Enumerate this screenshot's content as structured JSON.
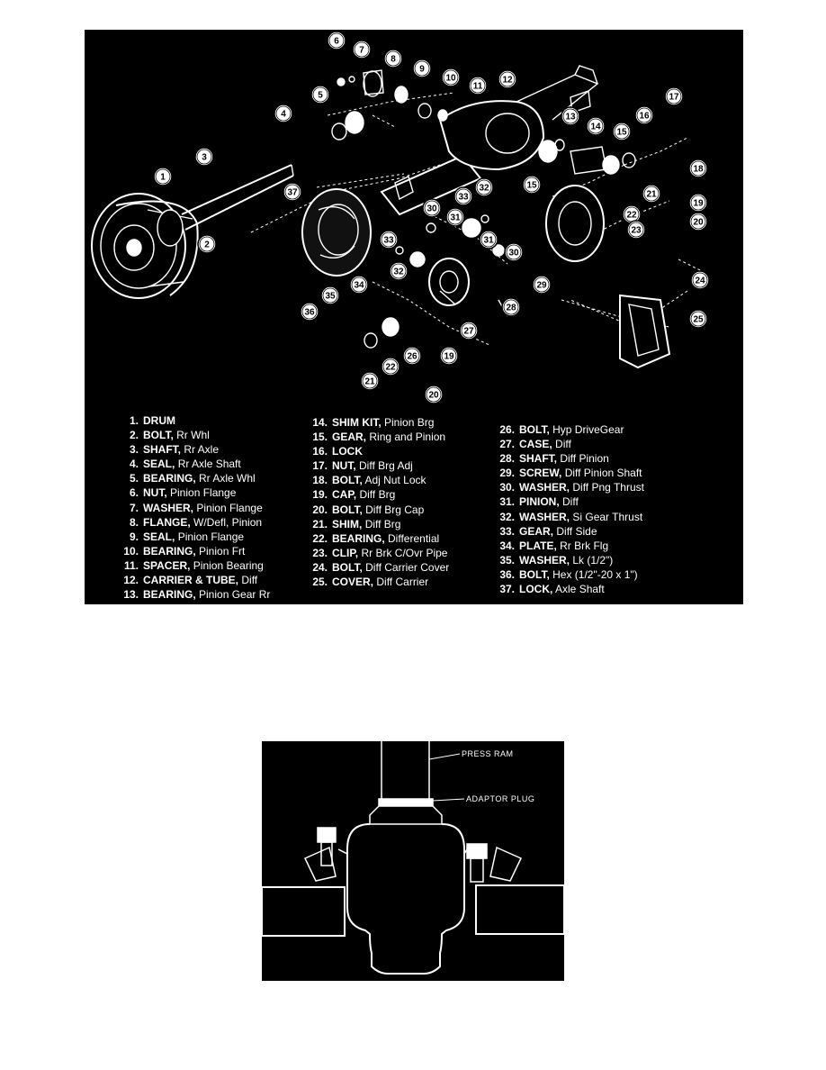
{
  "exploded_view": {
    "callouts": [
      {
        "n": "1"
      },
      {
        "n": "2"
      },
      {
        "n": "3"
      },
      {
        "n": "4"
      },
      {
        "n": "5"
      },
      {
        "n": "6"
      },
      {
        "n": "7"
      },
      {
        "n": "8"
      },
      {
        "n": "9"
      },
      {
        "n": "10"
      },
      {
        "n": "11"
      },
      {
        "n": "12"
      },
      {
        "n": "13"
      },
      {
        "n": "14"
      },
      {
        "n": "15"
      },
      {
        "n": "15"
      },
      {
        "n": "16"
      },
      {
        "n": "17"
      },
      {
        "n": "18"
      },
      {
        "n": "19"
      },
      {
        "n": "19"
      },
      {
        "n": "20"
      },
      {
        "n": "20"
      },
      {
        "n": "21"
      },
      {
        "n": "21"
      },
      {
        "n": "22"
      },
      {
        "n": "22"
      },
      {
        "n": "23"
      },
      {
        "n": "24"
      },
      {
        "n": "25"
      },
      {
        "n": "26"
      },
      {
        "n": "27"
      },
      {
        "n": "28"
      },
      {
        "n": "29"
      },
      {
        "n": "30"
      },
      {
        "n": "30"
      },
      {
        "n": "31"
      },
      {
        "n": "31"
      },
      {
        "n": "32"
      },
      {
        "n": "32"
      },
      {
        "n": "33"
      },
      {
        "n": "33"
      },
      {
        "n": "34"
      },
      {
        "n": "35"
      },
      {
        "n": "36"
      },
      {
        "n": "37"
      }
    ],
    "legend_columns": [
      [
        {
          "num": "1.",
          "name": "DRUM",
          "desc": ""
        },
        {
          "num": "2.",
          "name": "BOLT,",
          "desc": "Rr Whl"
        },
        {
          "num": "3.",
          "name": "SHAFT,",
          "desc": "Rr Axle"
        },
        {
          "num": "4.",
          "name": "SEAL,",
          "desc": "Rr Axle Shaft"
        },
        {
          "num": "5.",
          "name": "BEARING,",
          "desc": "Rr Axle Whl"
        },
        {
          "num": "6.",
          "name": "NUT,",
          "desc": "Pinion Flange"
        },
        {
          "num": "7.",
          "name": "WASHER,",
          "desc": "Pinion Flange"
        },
        {
          "num": "8.",
          "name": "FLANGE,",
          "desc": "W/Defl, Pinion"
        },
        {
          "num": "9.",
          "name": "SEAL,",
          "desc": "Pinion Flange"
        },
        {
          "num": "10.",
          "name": "BEARING,",
          "desc": "Pinion Frt"
        },
        {
          "num": "11.",
          "name": "SPACER,",
          "desc": "Pinion Bearing"
        },
        {
          "num": "12.",
          "name": "CARRIER & TUBE,",
          "desc": "Diff"
        },
        {
          "num": "13.",
          "name": "BEARING,",
          "desc": "Pinion Gear Rr"
        }
      ],
      [
        {
          "num": "14.",
          "name": "SHIM KIT,",
          "desc": "Pinion Brg"
        },
        {
          "num": "15.",
          "name": "GEAR,",
          "desc": "Ring and Pinion"
        },
        {
          "num": "16.",
          "name": "LOCK",
          "desc": ""
        },
        {
          "num": "17.",
          "name": "NUT,",
          "desc": "Diff Brg Adj"
        },
        {
          "num": "18.",
          "name": "BOLT,",
          "desc": "Adj Nut Lock"
        },
        {
          "num": "19.",
          "name": "CAP,",
          "desc": "Diff Brg"
        },
        {
          "num": "20.",
          "name": "BOLT,",
          "desc": "Diff Brg Cap"
        },
        {
          "num": "21.",
          "name": "SHIM,",
          "desc": "Diff Brg"
        },
        {
          "num": "22.",
          "name": "BEARING,",
          "desc": "Differential"
        },
        {
          "num": "23.",
          "name": "CLIP,",
          "desc": "Rr Brk C/Ovr Pipe"
        },
        {
          "num": "24.",
          "name": "BOLT,",
          "desc": "Diff Carrier Cover"
        },
        {
          "num": "25.",
          "name": "COVER,",
          "desc": "Diff Carrier"
        }
      ],
      [
        {
          "num": "26.",
          "name": "BOLT,",
          "desc": "Hyp DriveGear"
        },
        {
          "num": "27.",
          "name": "CASE,",
          "desc": "Diff"
        },
        {
          "num": "28.",
          "name": "SHAFT,",
          "desc": "Diff Pinion"
        },
        {
          "num": "29.",
          "name": "SCREW,",
          "desc": "Diff Pinion Shaft"
        },
        {
          "num": "30.",
          "name": "WASHER,",
          "desc": "Diff Png Thrust"
        },
        {
          "num": "31.",
          "name": "PINION,",
          "desc": "Diff"
        },
        {
          "num": "32.",
          "name": "WASHER,",
          "desc": "Si Gear Thrust"
        },
        {
          "num": "33.",
          "name": "GEAR,",
          "desc": "Diff Side"
        },
        {
          "num": "34.",
          "name": "PLATE,",
          "desc": "Rr Brk Flg"
        },
        {
          "num": "35.",
          "name": "WASHER,",
          "desc": "Lk (1/2\")"
        },
        {
          "num": "36.",
          "name": "BOLT,",
          "desc": "Hex (1/2\"-20 x 1\")"
        },
        {
          "num": "37.",
          "name": "LOCK,",
          "desc": "Axle Shaft"
        }
      ]
    ]
  },
  "press_figure": {
    "labels": {
      "press_ram": "PRESS RAM",
      "adaptor_plug": "ADAPTOR PLUG"
    }
  }
}
